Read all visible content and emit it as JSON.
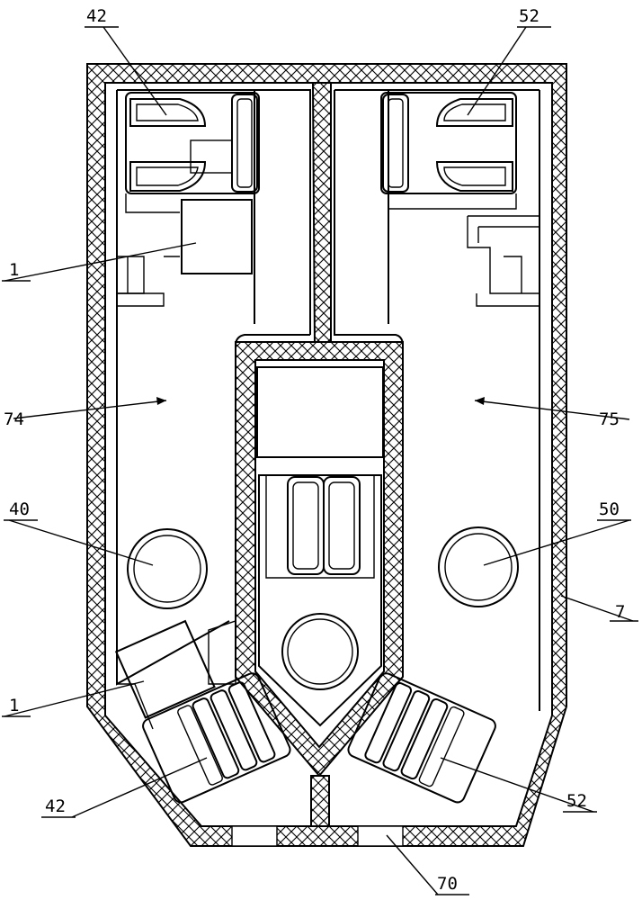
{
  "labels": {
    "l42_top": "42",
    "l52_top": "52",
    "l1_upper": "1",
    "l74": "74",
    "l75": "75",
    "l40": "40",
    "l50": "50",
    "l7": "7",
    "l1_lower": "1",
    "l42_bottom": "42",
    "l52_bottom": "52",
    "l70": "70"
  },
  "colors": {
    "line": "#000000",
    "background": "#ffffff"
  }
}
